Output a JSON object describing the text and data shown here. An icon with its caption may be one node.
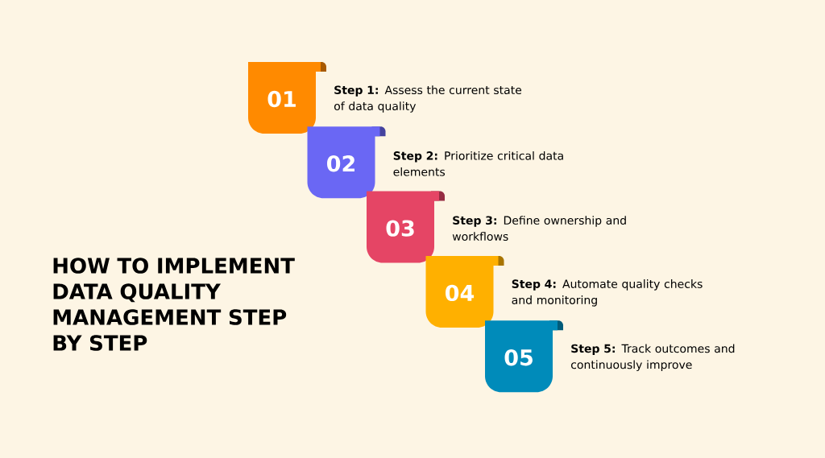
{
  "diagram": {
    "title": "HOW TO IMPLEMENT DATA QUALITY MANAGEMENT STEP BY STEP",
    "nodes": [
      {
        "text": [
          "01"
        ],
        "beside": [
          "**Step 1:** Assess the current state of data quality"
        ]
      },
      {
        "text": [
          "02"
        ],
        "beside": [
          "**Step 2:** Prioritize critical data elements"
        ]
      },
      {
        "text": [
          "03"
        ],
        "beside": [
          "**Step 3:** Define ownership and workflows"
        ]
      },
      {
        "text": [
          "04"
        ],
        "beside": [
          "**Step 4:** Automate quality checks and monitoring"
        ]
      },
      {
        "text": [
          "05"
        ],
        "beside": [
          "**Step 5:** Track outcomes and continuously improve"
        ]
      }
    ]
  }
}
